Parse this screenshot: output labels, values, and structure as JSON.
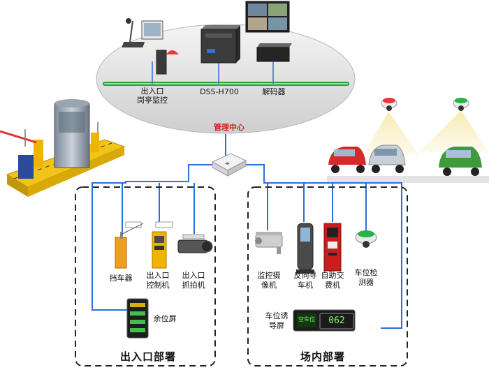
{
  "center": {
    "label": "管理中心",
    "entrance_monitor": "出入口\n岗亭监控",
    "server": "DSS-H700",
    "decoder": "解码器"
  },
  "entrance": {
    "title": "出入口部署",
    "items": [
      {
        "label": "挡车器"
      },
      {
        "label": "出入口\n控制机"
      },
      {
        "label": "出入口\n抓拍机"
      }
    ],
    "remaining_screen": "余位屏"
  },
  "onsite": {
    "title": "场内部署",
    "items": [
      {
        "label": "监控摄\n像机"
      },
      {
        "label": "反向寻\n车机"
      },
      {
        "label": "自助交\n费机"
      },
      {
        "label": "车位检\n测器"
      }
    ],
    "guide_screen": "车位诱\n导屏",
    "guide_display": "062"
  },
  "colors": {
    "network_line": "#2e6fd8",
    "ring_bus": "#2f9e44",
    "indicator_red": "#e23b3b",
    "indicator_green": "#27b34a",
    "center_label": "#d21f1f"
  }
}
